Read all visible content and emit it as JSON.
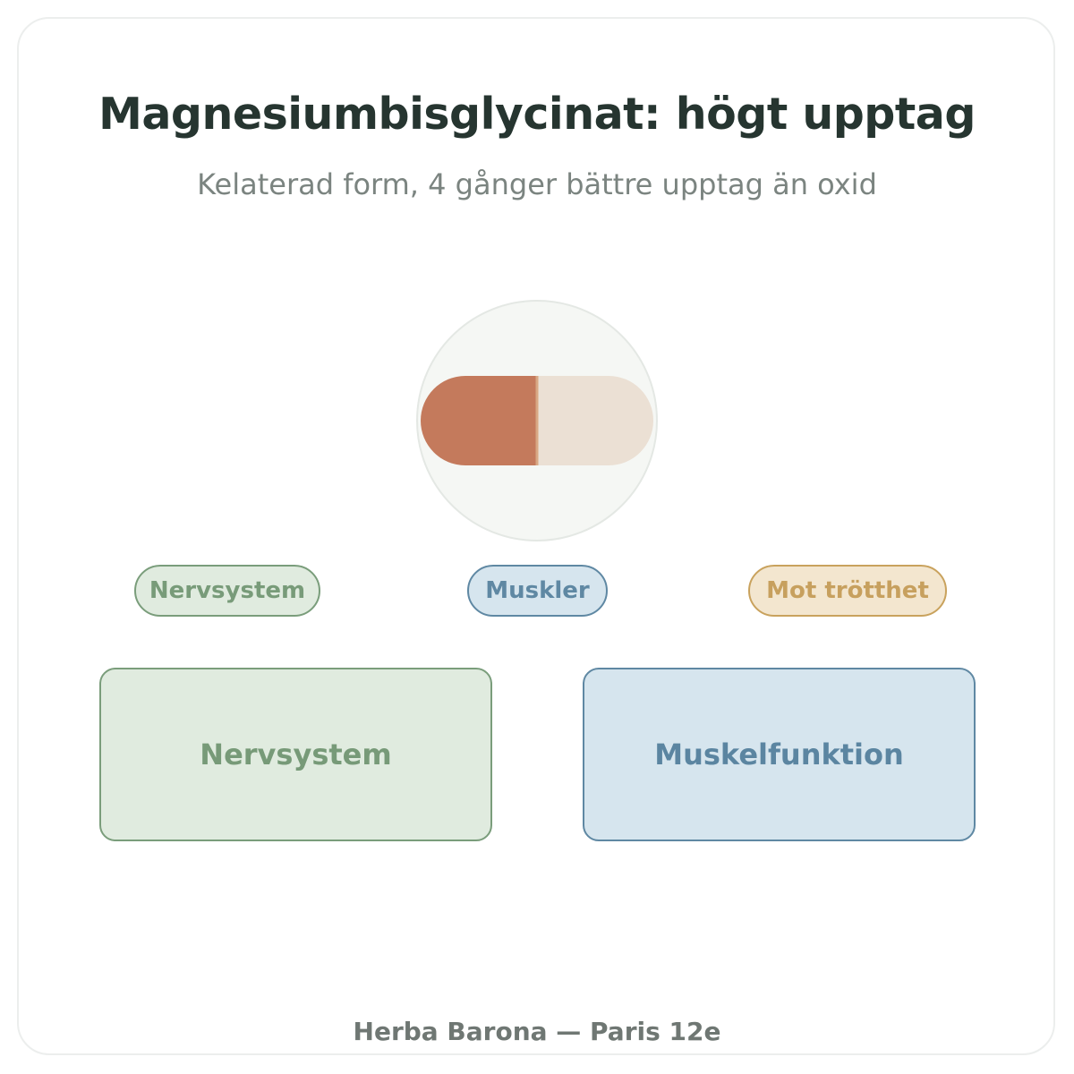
{
  "title": "Magnesiumbisglycinat: högt upptag",
  "subtitle": "Kelaterad form, 4 gånger bättre upptag än oxid",
  "icon": {
    "name": "capsule-icon",
    "colors": {
      "circle_fill": "#f5f7f4",
      "circle_stroke": "#e4e8e4",
      "left_half": "#c47a5c",
      "right_half": "#ebe0d4",
      "divider": "#d9a884"
    }
  },
  "tags": [
    {
      "label": "Nervsystem",
      "color": "#789b79"
    },
    {
      "label": "Muskler",
      "color": "#5f88a3"
    },
    {
      "label": "Mot trötthet",
      "color": "#c7a05e"
    }
  ],
  "boxes": [
    {
      "label": "Nervsystem",
      "color": "#779a78"
    },
    {
      "label": "Muskelfunktion",
      "color": "#5b85a1"
    }
  ],
  "footer": "Herba Barona — Paris 12e"
}
